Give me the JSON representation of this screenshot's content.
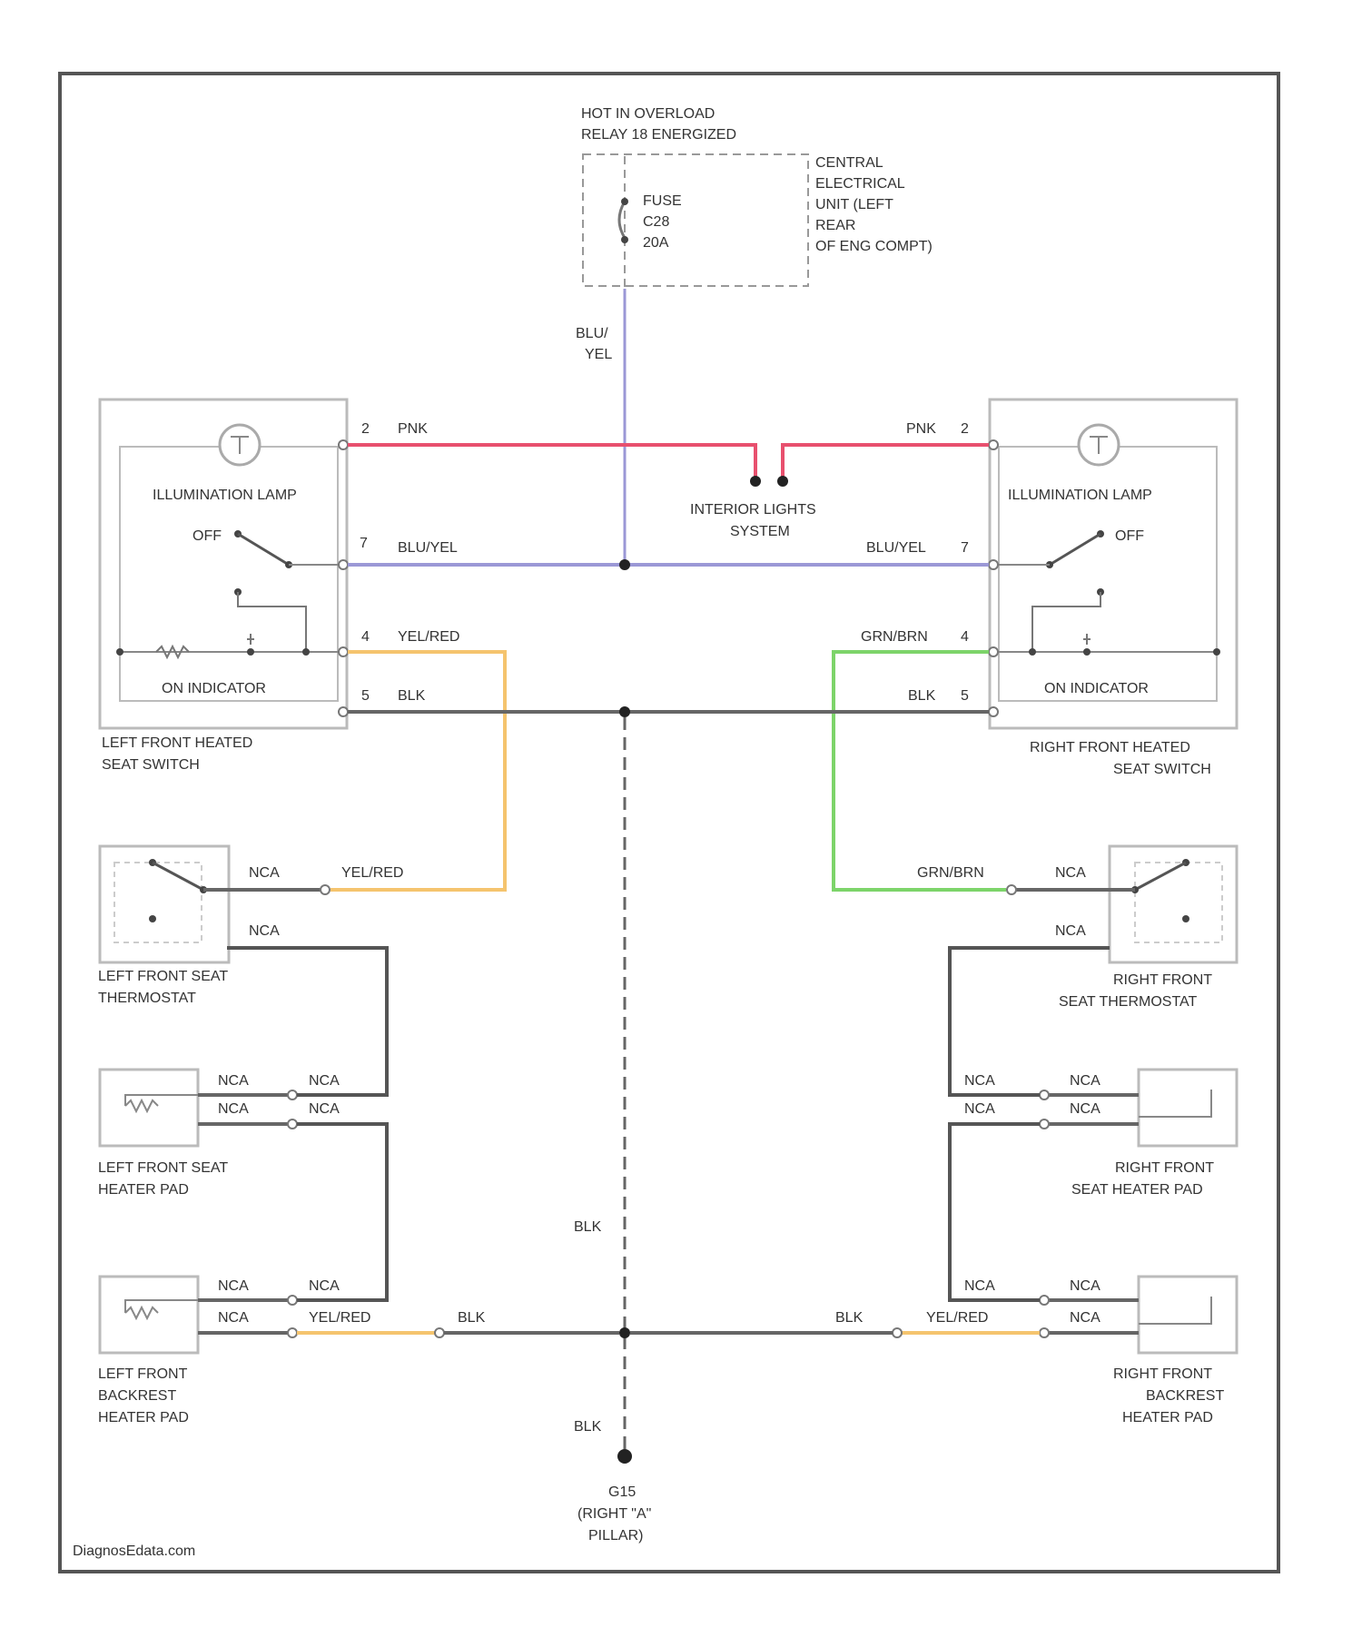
{
  "colors": {
    "frame": "#555555",
    "box": "#bbbbbb",
    "pink": "#e8506e",
    "blue_yellow": "#9b98d6",
    "yellow_red": "#f5c46e",
    "green_brown": "#7dd46a",
    "black": "#666666",
    "text": "#333333"
  },
  "top": {
    "hot_in": [
      "HOT IN OVERLOAD",
      "RELAY 18 ENERGIZED"
    ],
    "fuse": [
      "FUSE",
      "C28",
      "20A"
    ],
    "central": [
      "CENTRAL",
      "ELECTRICAL",
      "UNIT (LEFT",
      "REAR",
      "OF ENG COMPT)"
    ],
    "feed_wire": [
      "BLU/",
      "YEL"
    ]
  },
  "center": {
    "interior_lights": [
      "INTERIOR LIGHTS",
      "SYSTEM"
    ],
    "blk_mid": "BLK",
    "blk_low": "BLK",
    "ground": [
      "G15",
      "(RIGHT \"A\"",
      "PILLAR)"
    ]
  },
  "left_switch": {
    "lamp": "ILLUMINATION LAMP",
    "off": "OFF",
    "on_indicator": "ON INDICATOR",
    "label": [
      "LEFT FRONT HEATED",
      "SEAT SWITCH"
    ],
    "pins": [
      {
        "num": "2",
        "wire": "PNK"
      },
      {
        "num": "7",
        "wire": "BLU/YEL"
      },
      {
        "num": "4",
        "wire": "YEL/RED"
      },
      {
        "num": "5",
        "wire": "BLK"
      }
    ]
  },
  "right_switch": {
    "lamp": "ILLUMINATION LAMP",
    "off": "OFF",
    "on_indicator": "ON INDICATOR",
    "label": [
      "RIGHT FRONT HEATED",
      "SEAT SWITCH"
    ],
    "pins": [
      {
        "num": "2",
        "wire": "PNK"
      },
      {
        "num": "7",
        "wire": "BLU/YEL"
      },
      {
        "num": "4",
        "wire": "GRN/BRN"
      },
      {
        "num": "5",
        "wire": "BLK"
      }
    ]
  },
  "left_lower": {
    "thermostat": [
      "LEFT FRONT SEAT",
      "THERMOSTAT"
    ],
    "thermo_wire1": "NCA",
    "thermo_wire2": "YEL/RED",
    "thermo_wire3": "NCA",
    "seat_pad": [
      "LEFT FRONT SEAT",
      "HEATER PAD"
    ],
    "seat_pad_wires": [
      "NCA",
      "NCA",
      "NCA",
      "NCA"
    ],
    "back_pad": [
      "LEFT FRONT",
      "BACKREST",
      "HEATER PAD"
    ],
    "back_pad_wires": [
      "NCA",
      "NCA",
      "NCA",
      "YEL/RED"
    ],
    "blk": "BLK"
  },
  "right_lower": {
    "thermostat": [
      "RIGHT FRONT",
      "SEAT THERMOSTAT"
    ],
    "thermo_wire1": "NCA",
    "thermo_wire2": "GRN/BRN",
    "thermo_wire3": "NCA",
    "seat_pad": [
      "RIGHT FRONT",
      "SEAT HEATER PAD"
    ],
    "seat_pad_wires": [
      "NCA",
      "NCA",
      "NCA",
      "NCA"
    ],
    "back_pad": [
      "RIGHT FRONT",
      "BACKREST",
      "HEATER PAD"
    ],
    "back_pad_wires": [
      "NCA",
      "NCA",
      "NCA",
      "YEL/RED"
    ],
    "blk": "BLK"
  },
  "watermark": "DiagnosEdata.com"
}
